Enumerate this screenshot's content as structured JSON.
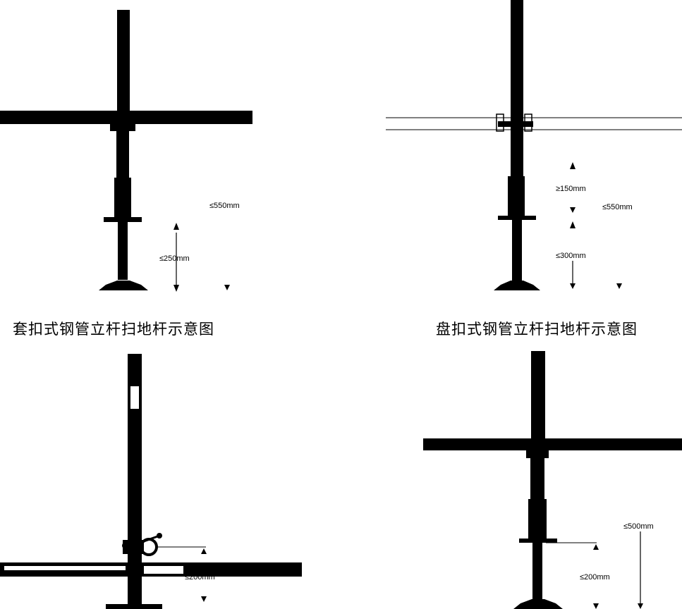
{
  "colors": {
    "steel": "#000000",
    "background": "#ffffff"
  },
  "panels": [
    {
      "id": "top-left",
      "caption": "套扣式钢管立杆扫地杆示意图",
      "dims": {
        "total": "≤550mm",
        "bottom": "≤250mm"
      }
    },
    {
      "id": "top-right",
      "caption": "盘扣式钢管立杆扫地杆示意图",
      "dims": {
        "upper": "≥150mm",
        "total": "≤550mm",
        "bottom": "≤300mm"
      }
    },
    {
      "id": "bottom-left",
      "caption": "",
      "dims": {
        "bottom": "≤200mm"
      }
    },
    {
      "id": "bottom-right",
      "caption": "",
      "dims": {
        "total": "≤500mm",
        "bottom": "≤200mm"
      }
    }
  ]
}
